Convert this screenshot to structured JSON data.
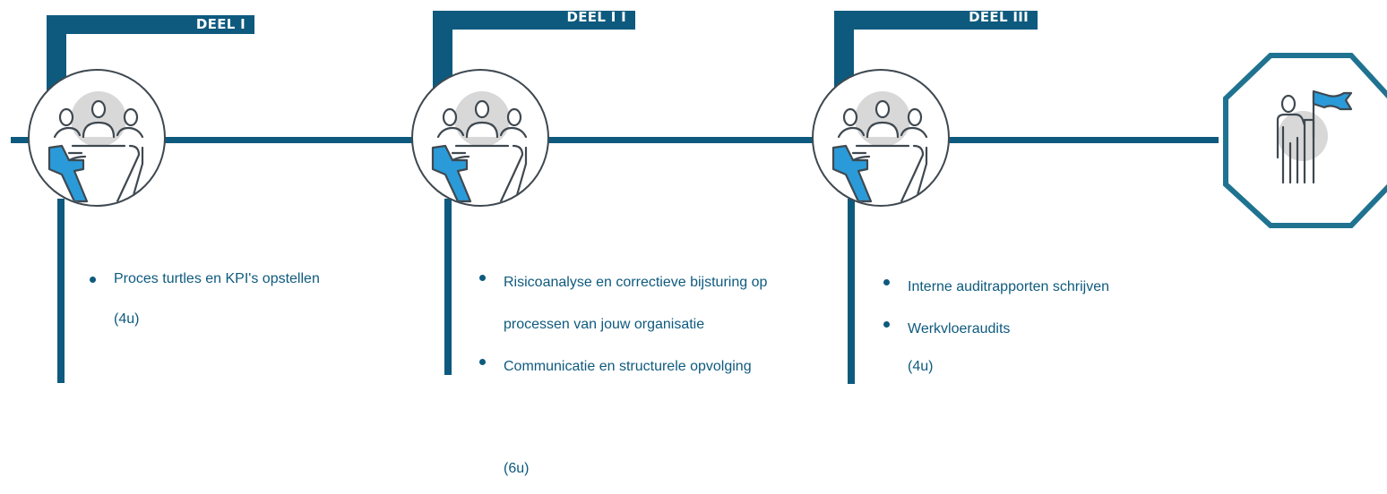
{
  "phases": [
    {
      "label": "DEEL I",
      "icon": "meeting-table-icon",
      "items": [
        "Proces turtles en KPI's opstellen"
      ],
      "hours": "(4u)"
    },
    {
      "label": "DEEL I I",
      "icon": "meeting-table-icon",
      "items": [
        "Risicoanalyse en correctieve bijsturing op processen van jouw organisatie",
        "Communicatie en structurele opvolging"
      ],
      "hours": "(6u)"
    },
    {
      "label": "DEEL III",
      "icon": "meeting-table-icon",
      "items": [
        "Interne auditrapporten schrijven",
        "Werkvloeraudits"
      ],
      "hours": "(4u)"
    }
  ],
  "goal": {
    "icon": "person-with-flag-icon"
  },
  "colors": {
    "primary": "#0e5a7e",
    "accent": "#2a9bd8",
    "octagon": "#1f7390",
    "icon_stroke": "#3f4850",
    "icon_head_bg": "#d8d8d8"
  }
}
